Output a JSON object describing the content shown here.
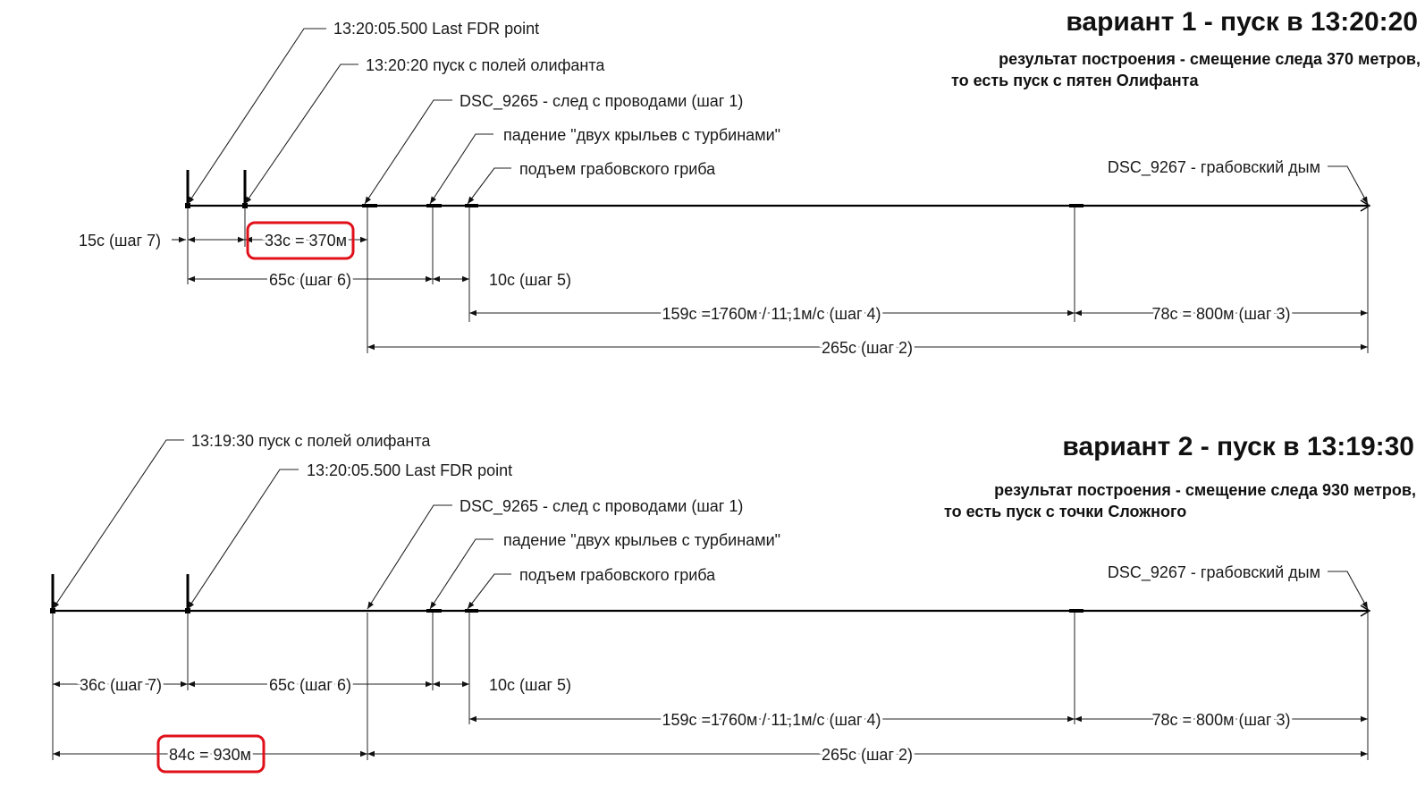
{
  "variant1": {
    "title": "вариант 1 - пуск в 13:20:20",
    "result_line1": "результат построения - смещение следа 370 метров,",
    "result_line2": "то есть пуск с пятен Олифанта",
    "callouts": {
      "last_fdr": "13:20:05.500 Last FDR point",
      "launch": "13:20:20 пуск с полей олифанта",
      "dsc9265": "DSC_9265 - след с проводами (шаг 1)",
      "wings": "падение \"двух крыльев с турбинами\"",
      "mushroom": "подъем грабовского гриба",
      "dsc9267": "DSC_9267 - грабовский дым"
    },
    "dims": {
      "d15": "15с (шаг 7)",
      "d33": "33с = 370м",
      "d65": "65с (шаг 6)",
      "d10": "10с (шаг 5)",
      "d159": "159с =1760м / 11,1м/с (шаг 4)",
      "d78": "78с = 800м (шаг 3)",
      "d265": "265с (шаг 2)"
    }
  },
  "variant2": {
    "title": "вариант 2 - пуск в 13:19:30",
    "result_line1": "результат построения - смещение следа 930 метров,",
    "result_line2": "то есть пуск с точки Сложного",
    "callouts": {
      "launch": "13:19:30 пуск с полей олифанта",
      "last_fdr": "13:20:05.500 Last FDR point",
      "dsc9265": "DSC_9265 - след с проводами (шаг 1)",
      "wings": "падение \"двух крыльев с турбинами\"",
      "mushroom": "подъем грабовского гриба",
      "dsc9267": "DSC_9267 - грабовский дым"
    },
    "dims": {
      "d36": "36с (шаг 7)",
      "d65": "65с (шаг 6)",
      "d10": "10с (шаг 5)",
      "d159": "159с =1760м / 11,1м/с (шаг 4)",
      "d78": "78с = 800м (шаг 3)",
      "d84": "84с = 930м",
      "d265": "265с (шаг 2)"
    }
  },
  "colors": {
    "highlight": "#e0101a",
    "line": "#000000"
  }
}
